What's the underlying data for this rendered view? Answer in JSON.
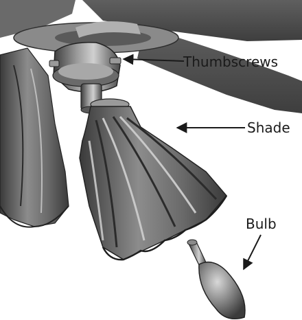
{
  "labels": {
    "thumbscrews": "Thumbscrews",
    "shade": "Shade",
    "bulb": "Bulb"
  },
  "colors": {
    "background": "#ffffff",
    "metal_dark": "#4a4a4a",
    "metal_mid": "#7a7a7a",
    "metal_light": "#b5b5b5",
    "line": "#1a1a1a"
  }
}
